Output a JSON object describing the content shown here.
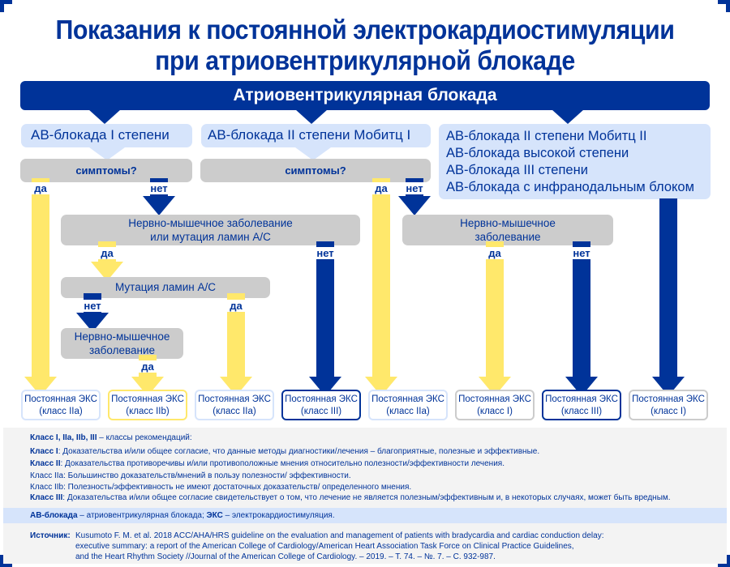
{
  "title": {
    "line1": "Показания к постоянной электрокардиостимуляции",
    "line2": "при атриовентрикулярной блокаде"
  },
  "header": "Атриовентрикулярная блокада",
  "categories": [
    {
      "label": "АВ-блокада I степени"
    },
    {
      "label": "АВ-блокада II степени Мобитц I"
    },
    {
      "lines": [
        "АВ-блокада II степени Мобитц II",
        "АВ-блокада высокой степени",
        "АВ-блокада III степени",
        "АВ-блокада с инфранодальным блоком"
      ]
    }
  ],
  "decisions": {
    "symptoms1": "симптомы?",
    "symptoms2": "симптомы?",
    "neuro_or_lamin": [
      "Нервно-мышечное заболевание",
      "или мутация ламин А/С"
    ],
    "lamin": "Мутация ламин А/С",
    "neuro_left": [
      "Нервно-мышечное",
      "заболевание"
    ],
    "neuro_right": [
      "Нервно-мышечное",
      "заболевание"
    ]
  },
  "labels": {
    "yes": "да",
    "no": "нет"
  },
  "results": [
    {
      "line1": "Постоянная ЭКС",
      "line2": "(класс IIa)",
      "style": "light"
    },
    {
      "line1": "Постоянная ЭКС",
      "line2": "(класс IIb)",
      "style": "yellow"
    },
    {
      "line1": "Постоянная ЭКС",
      "line2": "(класс IIa)",
      "style": "light"
    },
    {
      "line1": "Постоянная ЭКС",
      "line2": "(класс III)",
      "style": "blue"
    },
    {
      "line1": "Постоянная ЭКС",
      "line2": "(класс IIa)",
      "style": "light"
    },
    {
      "line1": "Постоянная ЭКС",
      "line2": "(класс I)",
      "style": "grey"
    },
    {
      "line1": "Постоянная ЭКС",
      "line2": "(класс III)",
      "style": "blue"
    },
    {
      "line1": "Постоянная ЭКС",
      "line2": "(класс I)",
      "style": "grey"
    }
  ],
  "footer": {
    "classes_heading_bold": "Класс I, IIa, IIb, III",
    "classes_heading_rest": " – классы рекомендаций:",
    "class_defs": [
      {
        "name": "Класс I",
        "bold": true,
        "text": ": Доказательства и/или общее согласие, что данные методы диагностики/лечения – благоприятные, полезные и эффективные."
      },
      {
        "name": "Класс II",
        "bold": true,
        "text": ": Доказательства противоречивы и/или противоположные мнения относительно полезности/эффективности лечения."
      },
      {
        "name": "Класс IIa",
        "bold": false,
        "text": ": Большинство доказательств/мнений в пользу полезности/ эффективности."
      },
      {
        "name": "Класс IIb",
        "bold": false,
        "text": ": Полезность/эффективность не имеют достаточных доказательств/ определенного мнения."
      },
      {
        "name": "Класс III",
        "bold": true,
        "text": ": Доказательства и/или общее согласие свидетельствует о том, что лечение не является полезным/эффективным и, в некоторых случаях, может быть вредным."
      }
    ],
    "abbr": {
      "av_bold": "АВ-блокада",
      "av_text": " – атриовентрикулярная блокада; ",
      "eks_bold": "ЭКС",
      "eks_text": " – электрокардиостимуляция."
    },
    "source": {
      "label": "Источник:",
      "lines": [
        "Kusumoto F. M. et al. 2018 ACC/AHA/HRS guideline on the evaluation and management of patients with bradycardia and cardiac conduction delay:",
        "executive summary: a report of the American College of Cardiology/American Heart Association Task Force on Clinical Practice Guidelines,",
        "and the Heart Rhythm Society //Journal of the American College of Cardiology. – 2019. – T. 74. – №. 7. – C. 932-987."
      ]
    }
  },
  "colors": {
    "primary_blue": "#003399",
    "light_blue": "#d6e4fb",
    "yellow": "#ffe86b",
    "grey": "#cccccc",
    "footer_bg": "#f3f3f3"
  }
}
